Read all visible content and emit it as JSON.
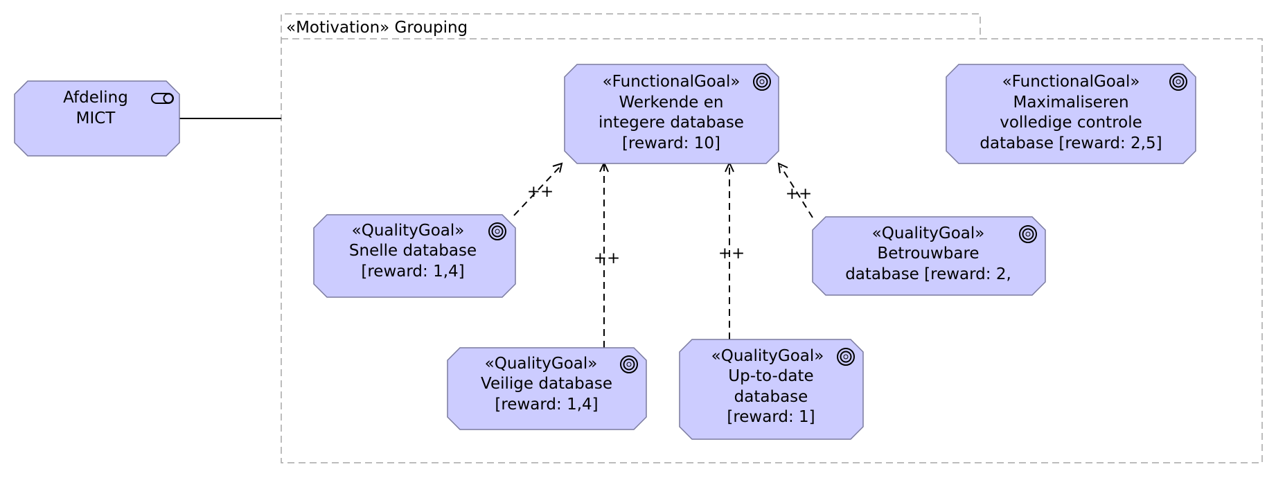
{
  "group": {
    "label": "«Motivation» Grouping"
  },
  "nodes": {
    "afdeling": {
      "lines": [
        "Afdeling",
        "MICT"
      ],
      "icon": "service-toggle-icon"
    },
    "werkende": {
      "stereotype": "«FunctionalGoal»",
      "lines": [
        "Werkende en",
        "integere database",
        "[reward: 10]"
      ],
      "icon": "goal-icon"
    },
    "maximaliseren": {
      "stereotype": "«FunctionalGoal»",
      "lines": [
        "Maximaliseren",
        "volledige controle",
        "database [reward: 2,5]"
      ],
      "icon": "goal-icon"
    },
    "snelle": {
      "stereotype": "«QualityGoal»",
      "lines": [
        "Snelle database",
        "[reward: 1,4]"
      ],
      "icon": "goal-icon"
    },
    "betrouwbare": {
      "stereotype": "«QualityGoal»",
      "lines": [
        "Betrouwbare",
        "database [reward: 2,"
      ],
      "icon": "goal-icon"
    },
    "veilige": {
      "stereotype": "«QualityGoal»",
      "lines": [
        "Veilige database",
        "[reward: 1,4]"
      ],
      "icon": "goal-icon"
    },
    "uptodate": {
      "stereotype": "«QualityGoal»",
      "lines": [
        "Up-to-date",
        "database",
        "[reward: 1]"
      ],
      "icon": "goal-icon"
    }
  },
  "edges": {
    "snelle_label": "++",
    "veilige_label": "++",
    "uptodate_label": "++",
    "betrouwbare_label": "++"
  }
}
